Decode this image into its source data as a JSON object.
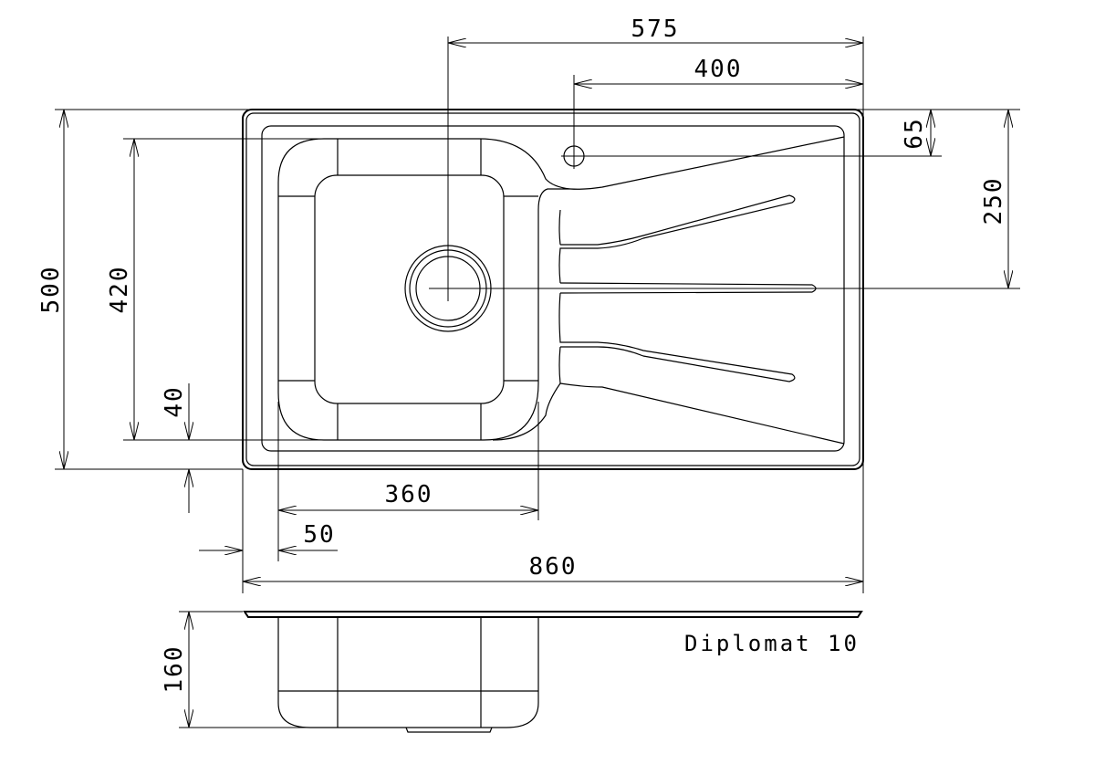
{
  "title": "Diplomat 10",
  "dimensions": {
    "tap_to_bowl_center_total": "575",
    "tap_offset": "400",
    "tap_from_top": "65",
    "drain_from_top": "250",
    "overall_depth": "500",
    "bowl_length": "420",
    "bowl_front_offset": "40",
    "bowl_width": "360",
    "bowl_side_offset": "50",
    "overall_width": "860",
    "bowl_depth": "160"
  },
  "colors": {
    "line": "#000000",
    "background": "#ffffff"
  }
}
